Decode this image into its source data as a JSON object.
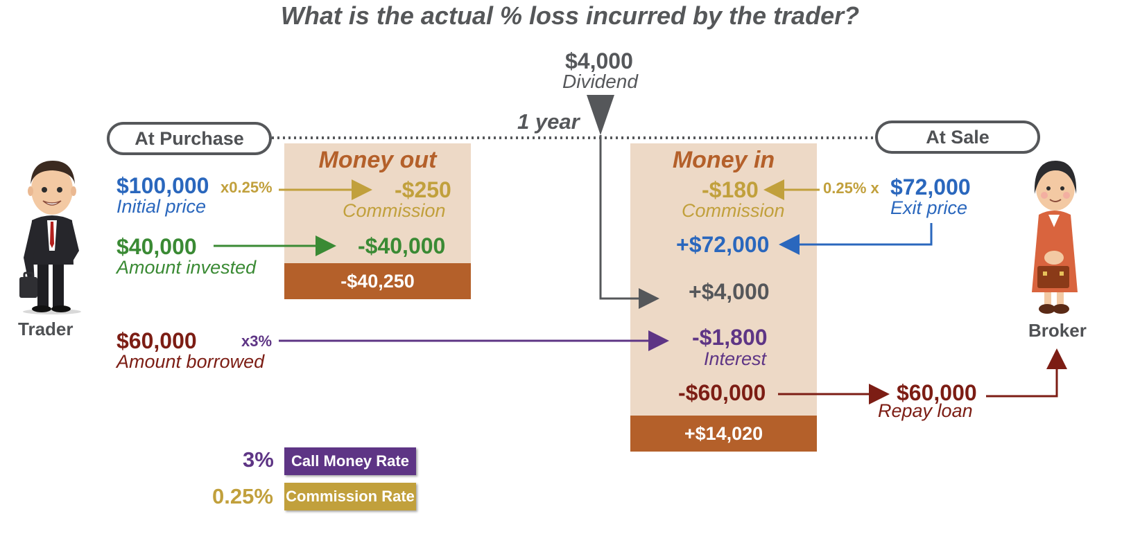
{
  "title": "What is the actual % loss incurred by the trader?",
  "colors": {
    "blue": "#2a67bd",
    "green": "#3a8a34",
    "gold": "#c1a03c",
    "maroon": "#7c1d14",
    "purple": "#5e3585",
    "gray": "#55575a",
    "panel": "#edd9c6",
    "panel_total": "#b4602a"
  },
  "timeline": {
    "start_label": "At Purchase",
    "end_label": "At Sale",
    "duration": "1 year"
  },
  "dividend": {
    "amount": "$4,000",
    "label": "Dividend"
  },
  "trader": {
    "label": "Trader",
    "icon": "businessman-icon"
  },
  "broker": {
    "label": "Broker",
    "icon": "businesswoman-icon"
  },
  "purchase": {
    "initial_price": {
      "amount": "$100,000",
      "label": "Initial price",
      "multiplier": "x0.25%"
    },
    "amount_invested": {
      "amount": "$40,000",
      "label": "Amount invested"
    },
    "amount_borrowed": {
      "amount": "$60,000",
      "label": "Amount borrowed",
      "multiplier": "x3%"
    }
  },
  "money_out": {
    "title": "Money out",
    "commission": {
      "amount": "-$250",
      "label": "Commission"
    },
    "invested": "-$40,000",
    "total": "-$40,250"
  },
  "money_in": {
    "title": "Money in",
    "commission": {
      "amount": "-$180",
      "label": "Commission"
    },
    "proceeds": "+$72,000",
    "dividend": "+$4,000",
    "interest": {
      "amount": "-$1,800",
      "label": "Interest"
    },
    "loan_repayment": "-$60,000",
    "total": "+$14,020"
  },
  "sale": {
    "exit_price": {
      "amount": "$72,000",
      "label": "Exit price",
      "multiplier": "0.25% x"
    },
    "repay_loan": {
      "amount": "$60,000",
      "label": "Repay loan"
    }
  },
  "legend": [
    {
      "value": "3%",
      "label": "Call Money Rate",
      "color": "#5e3585"
    },
    {
      "value": "0.25%",
      "label": "Commission Rate",
      "color": "#c1a03c"
    }
  ]
}
